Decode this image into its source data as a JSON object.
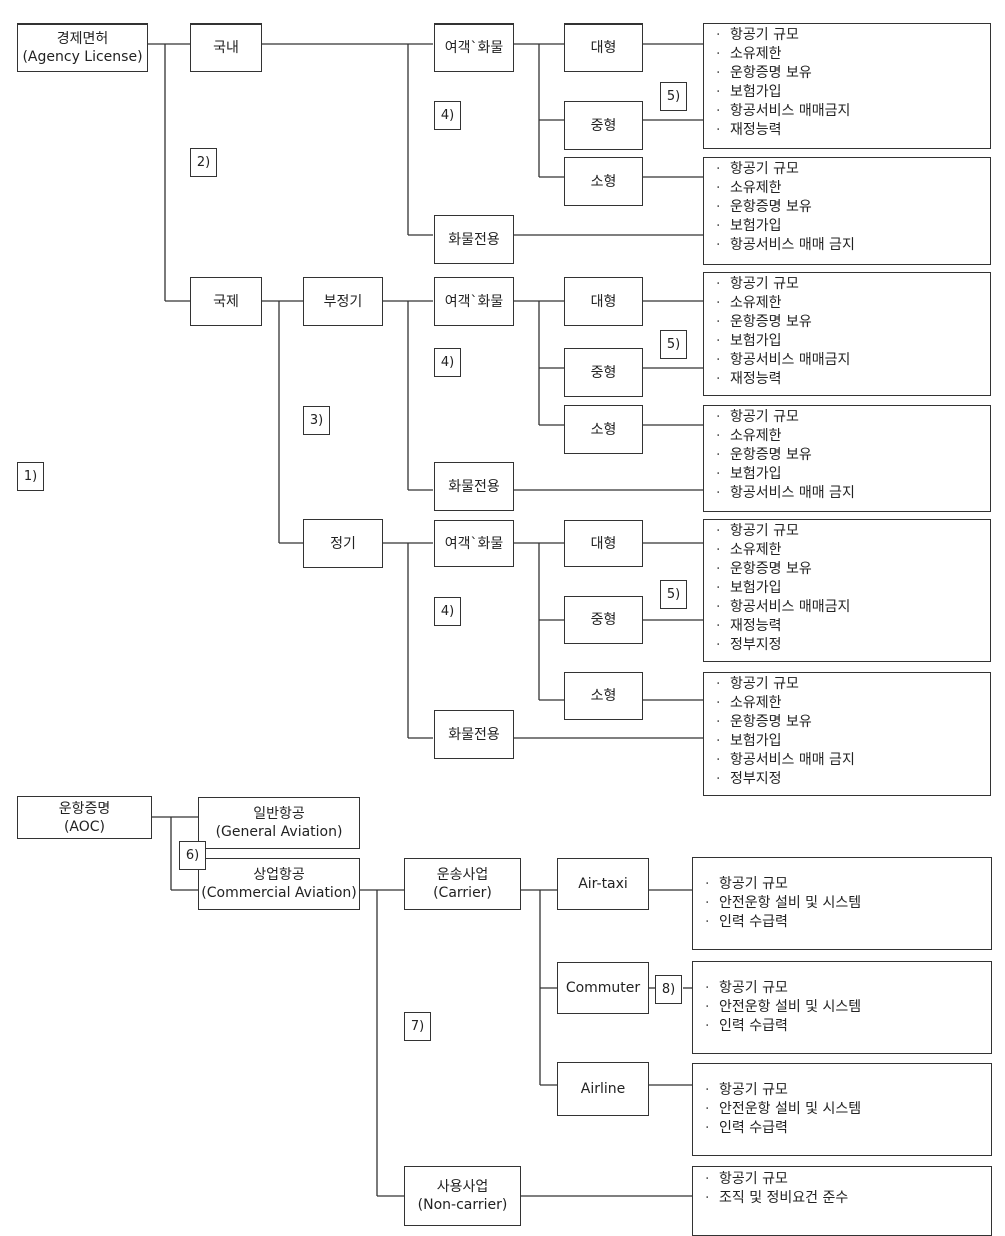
{
  "nodes": {
    "agency": {
      "line1": "경제면허",
      "line2": "(Agency License)"
    },
    "domestic": "국내",
    "international": "국제",
    "irregular": "부정기",
    "regular": "정기",
    "passenger_cargo": "여객`화물",
    "cargo_only": "화물전용",
    "large": "대형",
    "medium": "중형",
    "small": "소형",
    "aoc": {
      "line1": "운항증명",
      "line2": "(AOC)"
    },
    "general_aviation": {
      "line1": "일반항공",
      "line2": "(General Aviation)"
    },
    "commercial_aviation": {
      "line1": "상업항공",
      "line2": "(Commercial Aviation)"
    },
    "carrier": {
      "line1": "운송사업",
      "line2": "(Carrier)"
    },
    "non_carrier": {
      "line1": "사용사업",
      "line2": "(Non-carrier)"
    },
    "air_taxi": "Air-taxi",
    "commuter": "Commuter",
    "airline": "Airline"
  },
  "tags": [
    "1)",
    "2)",
    "3)",
    "4)",
    "5)",
    "6)",
    "7)",
    "8)"
  ],
  "requirements": {
    "dom_large_medium": [
      "항공기 규모",
      "소유제한",
      "운항증명 보유",
      "보험가입",
      "항공서비스 매매금지",
      "재정능력"
    ],
    "dom_small_cargo": [
      "항공기 규모",
      "소유제한",
      "운항증명 보유",
      "보험가입",
      "항공서비스 매매 금지"
    ],
    "irr_large_medium": [
      "항공기 규모",
      "소유제한",
      "운항증명 보유",
      "보험가입",
      "항공서비스 매매금지",
      "재정능력"
    ],
    "irr_small_cargo": [
      "항공기 규모",
      "소유제한",
      "운항증명 보유",
      "보험가입",
      "항공서비스 매매 금지"
    ],
    "reg_large_medium": [
      "항공기 규모",
      "소유제한",
      "운항증명 보유",
      "보험가입",
      "항공서비스 매매금지",
      "재정능력",
      "정부지정"
    ],
    "reg_small_cargo": [
      "항공기 규모",
      "소유제한",
      "운항증명 보유",
      "보험가입",
      "항공서비스 매매 금지",
      "정부지정"
    ],
    "air_taxi": [
      "항공기 규모",
      "안전운항 설비 및 시스템",
      "인력 수급력"
    ],
    "commuter": [
      "항공기 규모",
      "안전운항 설비 및 시스템",
      "인력 수급력"
    ],
    "airline": [
      "항공기 규모",
      "안전운항 설비 및 시스템",
      "인력 수급력"
    ],
    "non_carrier": [
      "항공기 규모",
      "조직 및 정비요건 준수"
    ]
  }
}
